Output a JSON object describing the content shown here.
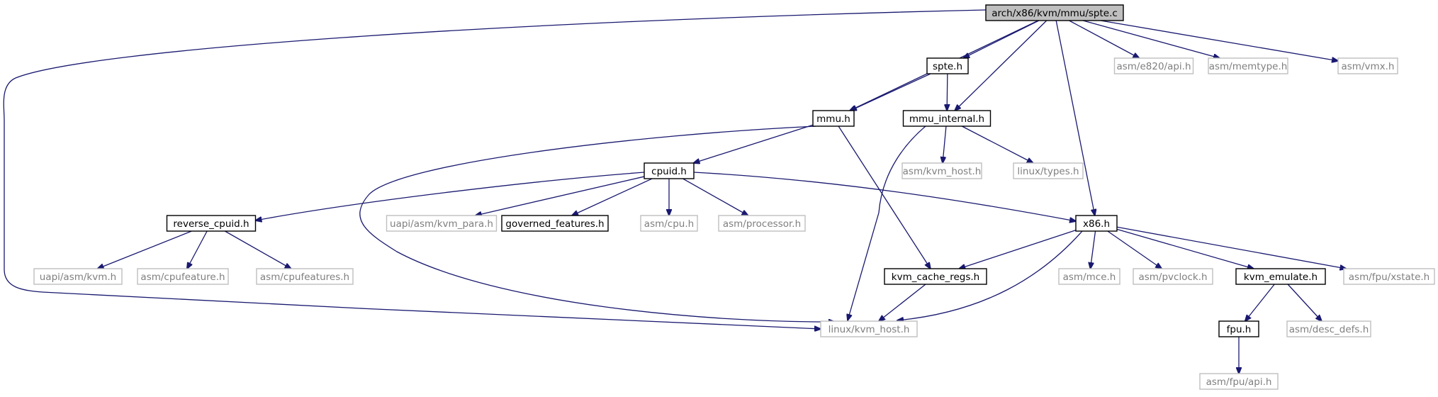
{
  "colors": {
    "edge": "#191970",
    "root_fill": "#bfbfbf",
    "internal_border": "#000000",
    "external_border": "#bfbfbf",
    "external_text": "#7f7f7f",
    "text": "#000000"
  },
  "nodes": [
    {
      "id": "spte_c",
      "label": "arch/x86/kvm/mmu/spte.c",
      "kind": "root"
    },
    {
      "id": "spte_h",
      "label": "spte.h",
      "kind": "internal"
    },
    {
      "id": "mmu_h",
      "label": "mmu.h",
      "kind": "internal"
    },
    {
      "id": "mmu_internal_h",
      "label": "mmu_internal.h",
      "kind": "internal"
    },
    {
      "id": "cpuid_h",
      "label": "cpuid.h",
      "kind": "internal"
    },
    {
      "id": "reverse_cpuid_h",
      "label": "reverse_cpuid.h",
      "kind": "internal"
    },
    {
      "id": "governed_features_h",
      "label": "governed_features.h",
      "kind": "internal"
    },
    {
      "id": "x86_h",
      "label": "x86.h",
      "kind": "internal"
    },
    {
      "id": "kvm_cache_regs_h",
      "label": "kvm_cache_regs.h",
      "kind": "internal"
    },
    {
      "id": "kvm_emulate_h",
      "label": "kvm_emulate.h",
      "kind": "internal"
    },
    {
      "id": "fpu_h",
      "label": "fpu.h",
      "kind": "internal"
    },
    {
      "id": "asm_e820_api_h",
      "label": "asm/e820/api.h",
      "kind": "external"
    },
    {
      "id": "asm_memtype_h",
      "label": "asm/memtype.h",
      "kind": "external"
    },
    {
      "id": "asm_vmx_h",
      "label": "asm/vmx.h",
      "kind": "external"
    },
    {
      "id": "asm_kvm_host_h",
      "label": "asm/kvm_host.h",
      "kind": "external"
    },
    {
      "id": "linux_types_h",
      "label": "linux/types.h",
      "kind": "external"
    },
    {
      "id": "uapi_asm_kvm_para_h",
      "label": "uapi/asm/kvm_para.h",
      "kind": "external"
    },
    {
      "id": "asm_cpu_h",
      "label": "asm/cpu.h",
      "kind": "external"
    },
    {
      "id": "asm_processor_h",
      "label": "asm/processor.h",
      "kind": "external"
    },
    {
      "id": "uapi_asm_kvm_h",
      "label": "uapi/asm/kvm.h",
      "kind": "external"
    },
    {
      "id": "asm_cpufeature_h",
      "label": "asm/cpufeature.h",
      "kind": "external"
    },
    {
      "id": "asm_cpufeatures_h",
      "label": "asm/cpufeatures.h",
      "kind": "external"
    },
    {
      "id": "asm_mce_h",
      "label": "asm/mce.h",
      "kind": "external"
    },
    {
      "id": "asm_pvclock_h",
      "label": "asm/pvclock.h",
      "kind": "external"
    },
    {
      "id": "asm_fpu_xstate_h",
      "label": "asm/fpu/xstate.h",
      "kind": "external"
    },
    {
      "id": "asm_desc_defs_h",
      "label": "asm/desc_defs.h",
      "kind": "external"
    },
    {
      "id": "linux_kvm_host_h",
      "label": "linux/kvm_host.h",
      "kind": "external"
    },
    {
      "id": "asm_fpu_api_h",
      "label": "asm/fpu/api.h",
      "kind": "external"
    }
  ],
  "edges": [
    {
      "from": "spte_c",
      "to": "linux_kvm_host_h"
    },
    {
      "from": "spte_c",
      "to": "mmu_h"
    },
    {
      "from": "spte_c",
      "to": "spte_h"
    },
    {
      "from": "spte_c",
      "to": "mmu_internal_h"
    },
    {
      "from": "spte_c",
      "to": "x86_h"
    },
    {
      "from": "spte_c",
      "to": "asm_e820_api_h"
    },
    {
      "from": "spte_c",
      "to": "asm_memtype_h"
    },
    {
      "from": "spte_c",
      "to": "asm_vmx_h"
    },
    {
      "from": "spte_h",
      "to": "mmu_h"
    },
    {
      "from": "spte_h",
      "to": "mmu_internal_h"
    },
    {
      "from": "mmu_h",
      "to": "cpuid_h"
    },
    {
      "from": "mmu_h",
      "to": "kvm_cache_regs_h"
    },
    {
      "from": "mmu_h",
      "to": "linux_kvm_host_h"
    },
    {
      "from": "mmu_internal_h",
      "to": "linux_kvm_host_h"
    },
    {
      "from": "mmu_internal_h",
      "to": "asm_kvm_host_h"
    },
    {
      "from": "mmu_internal_h",
      "to": "linux_types_h"
    },
    {
      "from": "cpuid_h",
      "to": "reverse_cpuid_h"
    },
    {
      "from": "cpuid_h",
      "to": "uapi_asm_kvm_para_h"
    },
    {
      "from": "cpuid_h",
      "to": "governed_features_h"
    },
    {
      "from": "cpuid_h",
      "to": "asm_cpu_h"
    },
    {
      "from": "cpuid_h",
      "to": "asm_processor_h"
    },
    {
      "from": "cpuid_h",
      "to": "x86_h"
    },
    {
      "from": "reverse_cpuid_h",
      "to": "uapi_asm_kvm_h"
    },
    {
      "from": "reverse_cpuid_h",
      "to": "asm_cpufeature_h"
    },
    {
      "from": "reverse_cpuid_h",
      "to": "asm_cpufeatures_h"
    },
    {
      "from": "x86_h",
      "to": "kvm_cache_regs_h"
    },
    {
      "from": "x86_h",
      "to": "linux_kvm_host_h"
    },
    {
      "from": "x86_h",
      "to": "asm_mce_h"
    },
    {
      "from": "x86_h",
      "to": "asm_pvclock_h"
    },
    {
      "from": "x86_h",
      "to": "kvm_emulate_h"
    },
    {
      "from": "x86_h",
      "to": "asm_fpu_xstate_h"
    },
    {
      "from": "kvm_cache_regs_h",
      "to": "linux_kvm_host_h"
    },
    {
      "from": "kvm_emulate_h",
      "to": "fpu_h"
    },
    {
      "from": "kvm_emulate_h",
      "to": "asm_desc_defs_h"
    },
    {
      "from": "fpu_h",
      "to": "asm_fpu_api_h"
    }
  ]
}
